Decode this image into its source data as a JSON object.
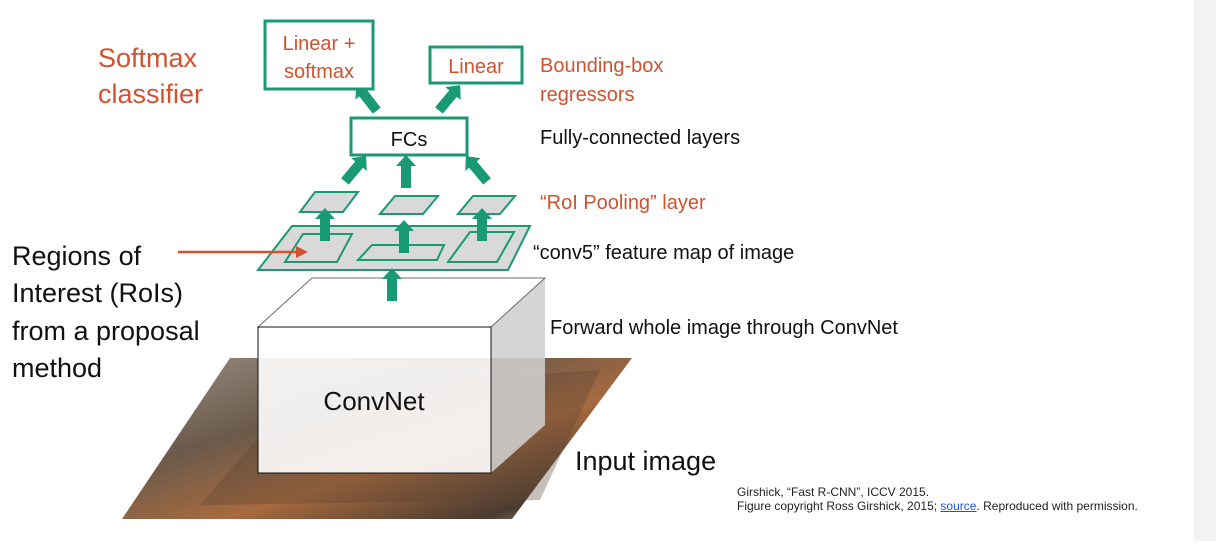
{
  "diagram": {
    "softmax_label": [
      "Softmax",
      "classifier"
    ],
    "linear_softmax_box": [
      "Linear +",
      "softmax"
    ],
    "linear_box": "Linear",
    "bbox_label": [
      "Bounding-box",
      "regressors"
    ],
    "fcs_box": "FCs",
    "fc_label": "Fully-connected layers",
    "roi_pool_label": "“RoI Pooling” layer",
    "conv5_label": "“conv5” feature map of image",
    "rois_label": [
      "Regions of",
      "Interest (RoIs)",
      "from a proposal",
      "method"
    ],
    "forward_label": "Forward whole image through ConvNet",
    "convnet_label": "ConvNet",
    "input_image_label": "Input image"
  },
  "citation": {
    "line1": "Girshick, “Fast R-CNN”, ICCV 2015.",
    "line2_prefix": "Figure copyright Ross Girshick, 2015; ",
    "line2_link": "source",
    "line2_suffix": ". Reproduced with permission."
  },
  "colors": {
    "accent": "#1a9975",
    "label_red": "#d0522f",
    "feature_gray": "#d9d9d9"
  }
}
